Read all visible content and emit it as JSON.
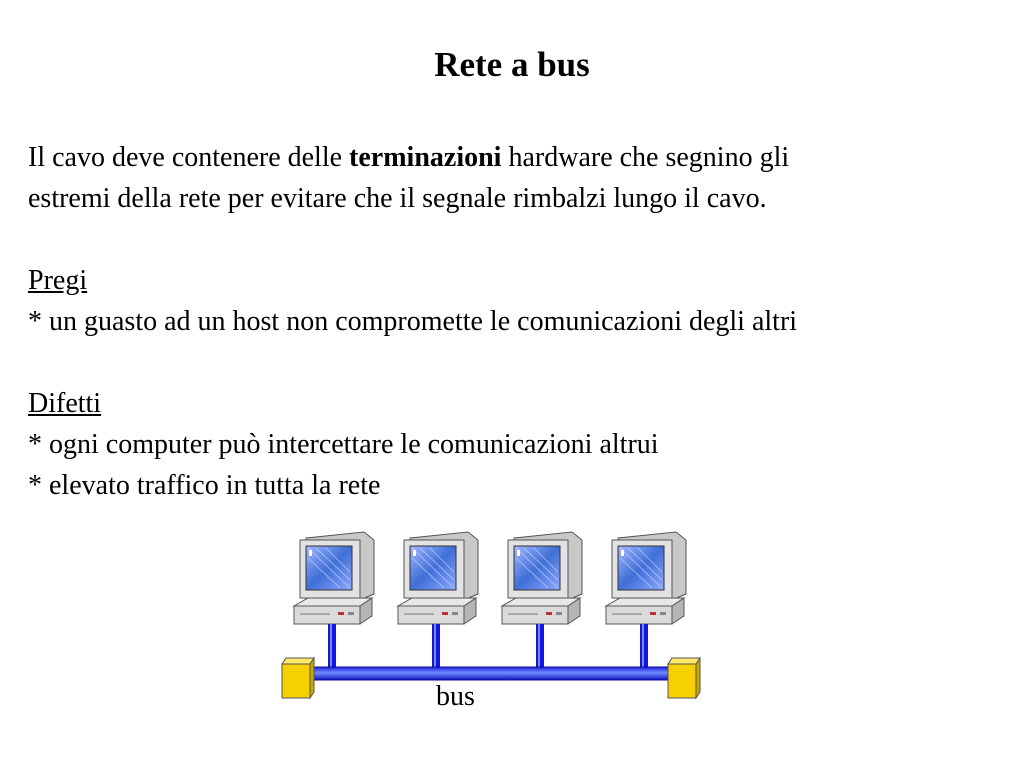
{
  "slide": {
    "title": "Rete a bus",
    "intro": {
      "before_bold": "Il cavo deve contenere delle ",
      "bold": "terminazioni",
      "after_bold": " hardware che segnino gli",
      "line2": "estremi della rete per evitare che il segnale rimbalzi lungo il cavo."
    },
    "pregi": {
      "heading": "Pregi",
      "items": [
        "* un guasto ad un host non compromette le comunicazioni degli altri"
      ]
    },
    "difetti": {
      "heading": "Difetti",
      "items": [
        "* ogni computer può intercettare le comunicazioni altrui",
        "* elevato traffico in tutta la rete"
      ]
    }
  },
  "diagram": {
    "bus_label": "bus",
    "computer_count": 4,
    "colors": {
      "bus_cable": "#1515d8",
      "bus_highlight": "#6f8cff",
      "terminator": "#f7d000",
      "screen": "#3f6fd6",
      "case": "#dcdcdc"
    }
  }
}
